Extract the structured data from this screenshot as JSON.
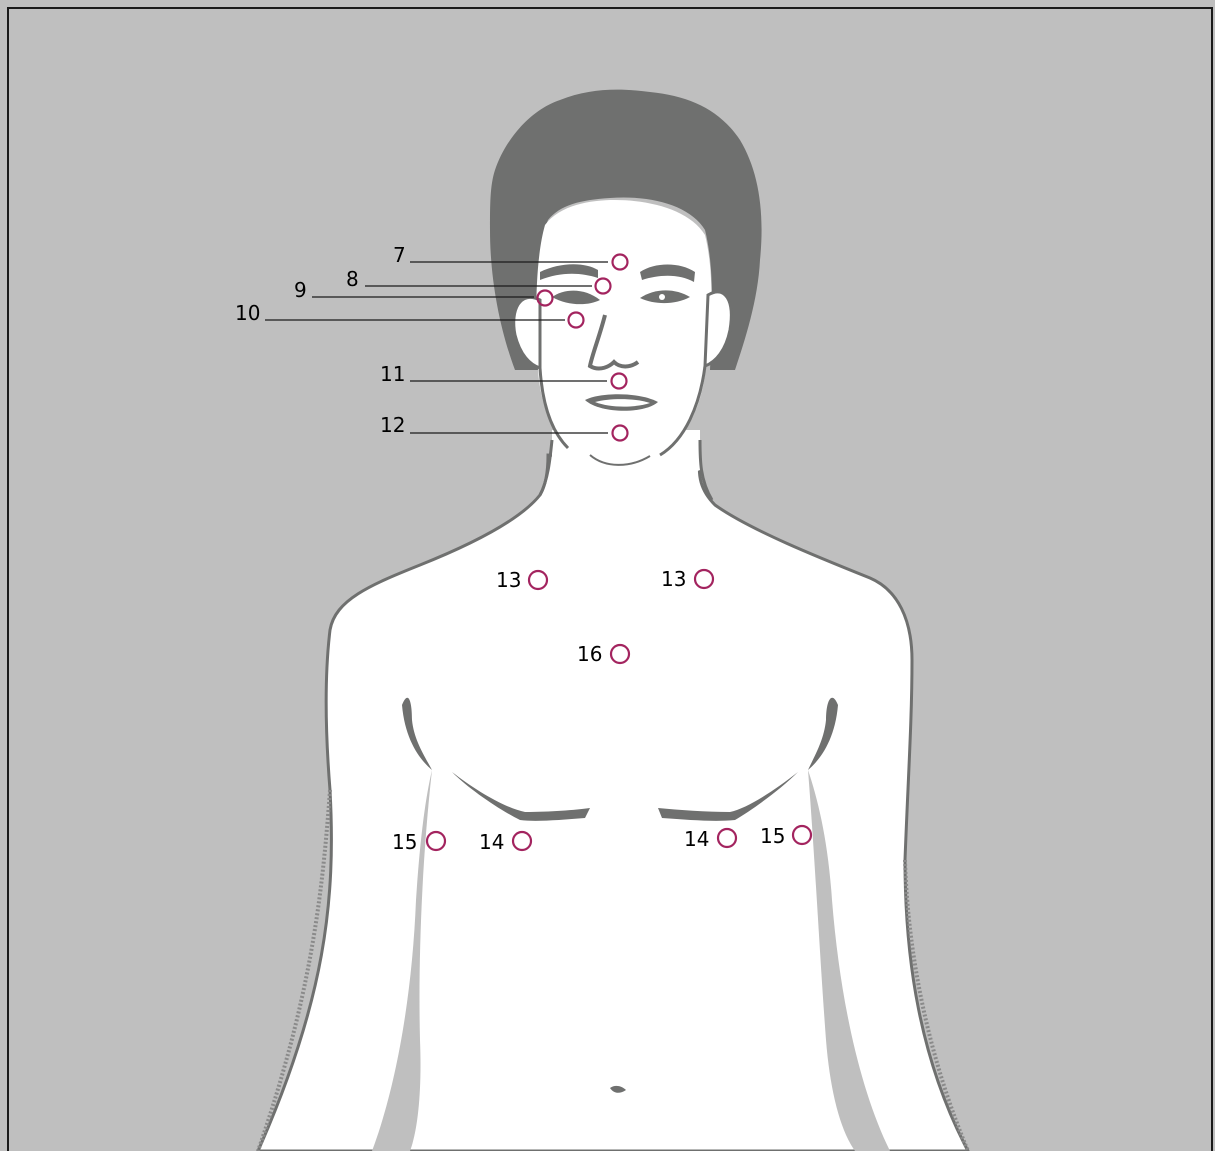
{
  "colors": {
    "background": "#bfbfbf",
    "hair": "#6f706f",
    "skin": "#ffffff",
    "outline": "#6f706f",
    "point": "#a3245f",
    "frame": "#1a1a1a",
    "leader": "#1a1a1a"
  },
  "points": [
    {
      "label": "7"
    },
    {
      "label": "8"
    },
    {
      "label": "9"
    },
    {
      "label": "10"
    },
    {
      "label": "11"
    },
    {
      "label": "12"
    },
    {
      "label": "13"
    },
    {
      "label": "13"
    },
    {
      "label": "16"
    },
    {
      "label": "15"
    },
    {
      "label": "14"
    },
    {
      "label": "14"
    },
    {
      "label": "15"
    }
  ]
}
